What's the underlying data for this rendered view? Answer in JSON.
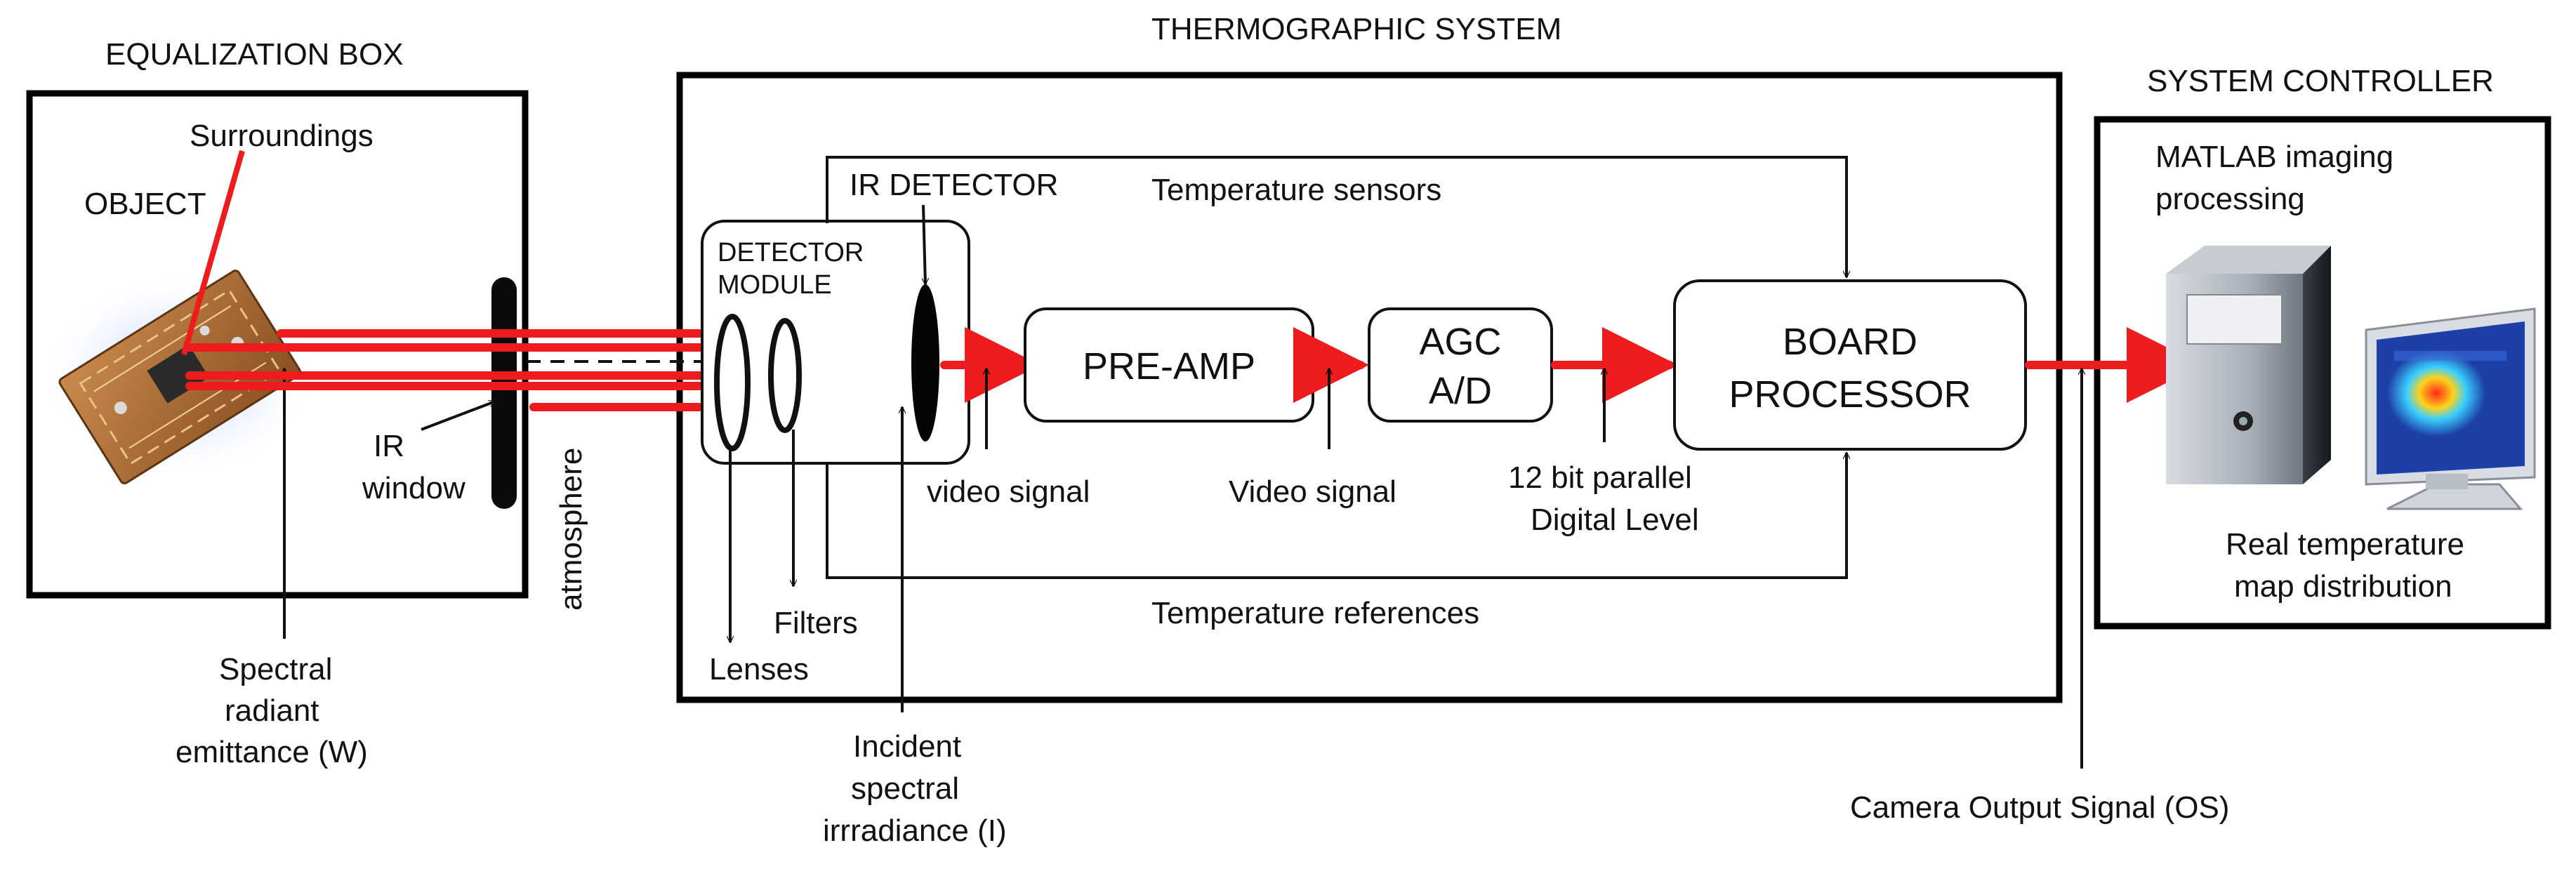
{
  "sections": {
    "equalization_box": "EQUALIZATION BOX",
    "thermographic_system": "THERMOGRAPHIC SYSTEM",
    "system_controller": "SYSTEM CONTROLLER"
  },
  "equalization": {
    "object": "OBJECT",
    "surroundings": "Surroundings",
    "ir_window_1": "IR",
    "ir_window_2": "window",
    "emittance_1": "Spectral",
    "emittance_2": "radiant",
    "emittance_3": "emittance (W)",
    "atmosphere": "atmosphere"
  },
  "thermo": {
    "ir_detector": "IR DETECTOR",
    "detector_module_1": "DETECTOR",
    "detector_module_2": "MODULE",
    "temperature_sensors": "Temperature sensors",
    "temperature_references": "Temperature references",
    "preamp": "PRE-AMP",
    "agc_1": "AGC",
    "agc_2": "A/D",
    "board_1": "BOARD",
    "board_2": "PROCESSOR",
    "video_signal_1": "video signal",
    "video_signal_2": "Video signal",
    "digital_1": "12 bit parallel",
    "digital_2": "Digital Level",
    "filters": "Filters",
    "lenses": "Lenses",
    "incident_1": "Incident",
    "incident_2": "spectral",
    "incident_3": "irrradiance (I)"
  },
  "controller": {
    "matlab_1": "MATLAB imaging",
    "matlab_2": "processing",
    "real_1": "Real temperature",
    "real_2": "map distribution"
  },
  "output": {
    "camera_output": "Camera Output Signal (OS)"
  },
  "colors": {
    "beam": "#ee1c1c",
    "frame": "#000000",
    "pcb": "#a0622e",
    "heat_hot": "#ff2a1a",
    "heat_bg": "#1d3fa8"
  },
  "icons": [
    "pcb-object-image",
    "ir-window",
    "lens-icon",
    "filter-icon",
    "ir-detector-element",
    "computer-tower-icon",
    "monitor-icon",
    "heatmap-image"
  ]
}
